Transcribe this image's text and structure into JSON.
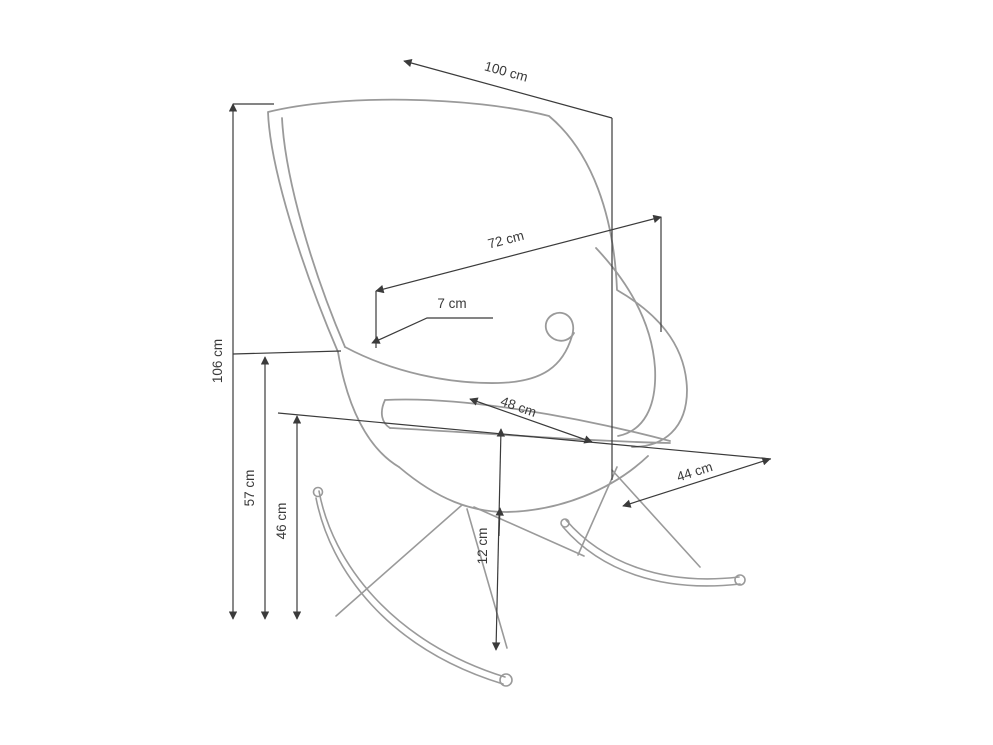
{
  "canvas": {
    "width": "993",
    "height": "745",
    "background": "#ffffff"
  },
  "diagram": {
    "colors": {
      "chair_line": "#9a9a9a",
      "dimension_line": "#3b3b3b",
      "label_text": "#3a3a3a"
    },
    "dimensions": {
      "diagonal_depth": {
        "label": "100 cm"
      },
      "back_width": {
        "label": "72 cm"
      },
      "armrest_offset": {
        "label": "7 cm"
      },
      "seat_width": {
        "label": "48 cm"
      },
      "seat_depth": {
        "label": "44 cm"
      },
      "overall_height": {
        "label": "106 cm"
      },
      "backrest_height": {
        "label": "57 cm"
      },
      "seat_height": {
        "label": "46 cm"
      },
      "rocker_height": {
        "label": "12 cm"
      }
    }
  }
}
